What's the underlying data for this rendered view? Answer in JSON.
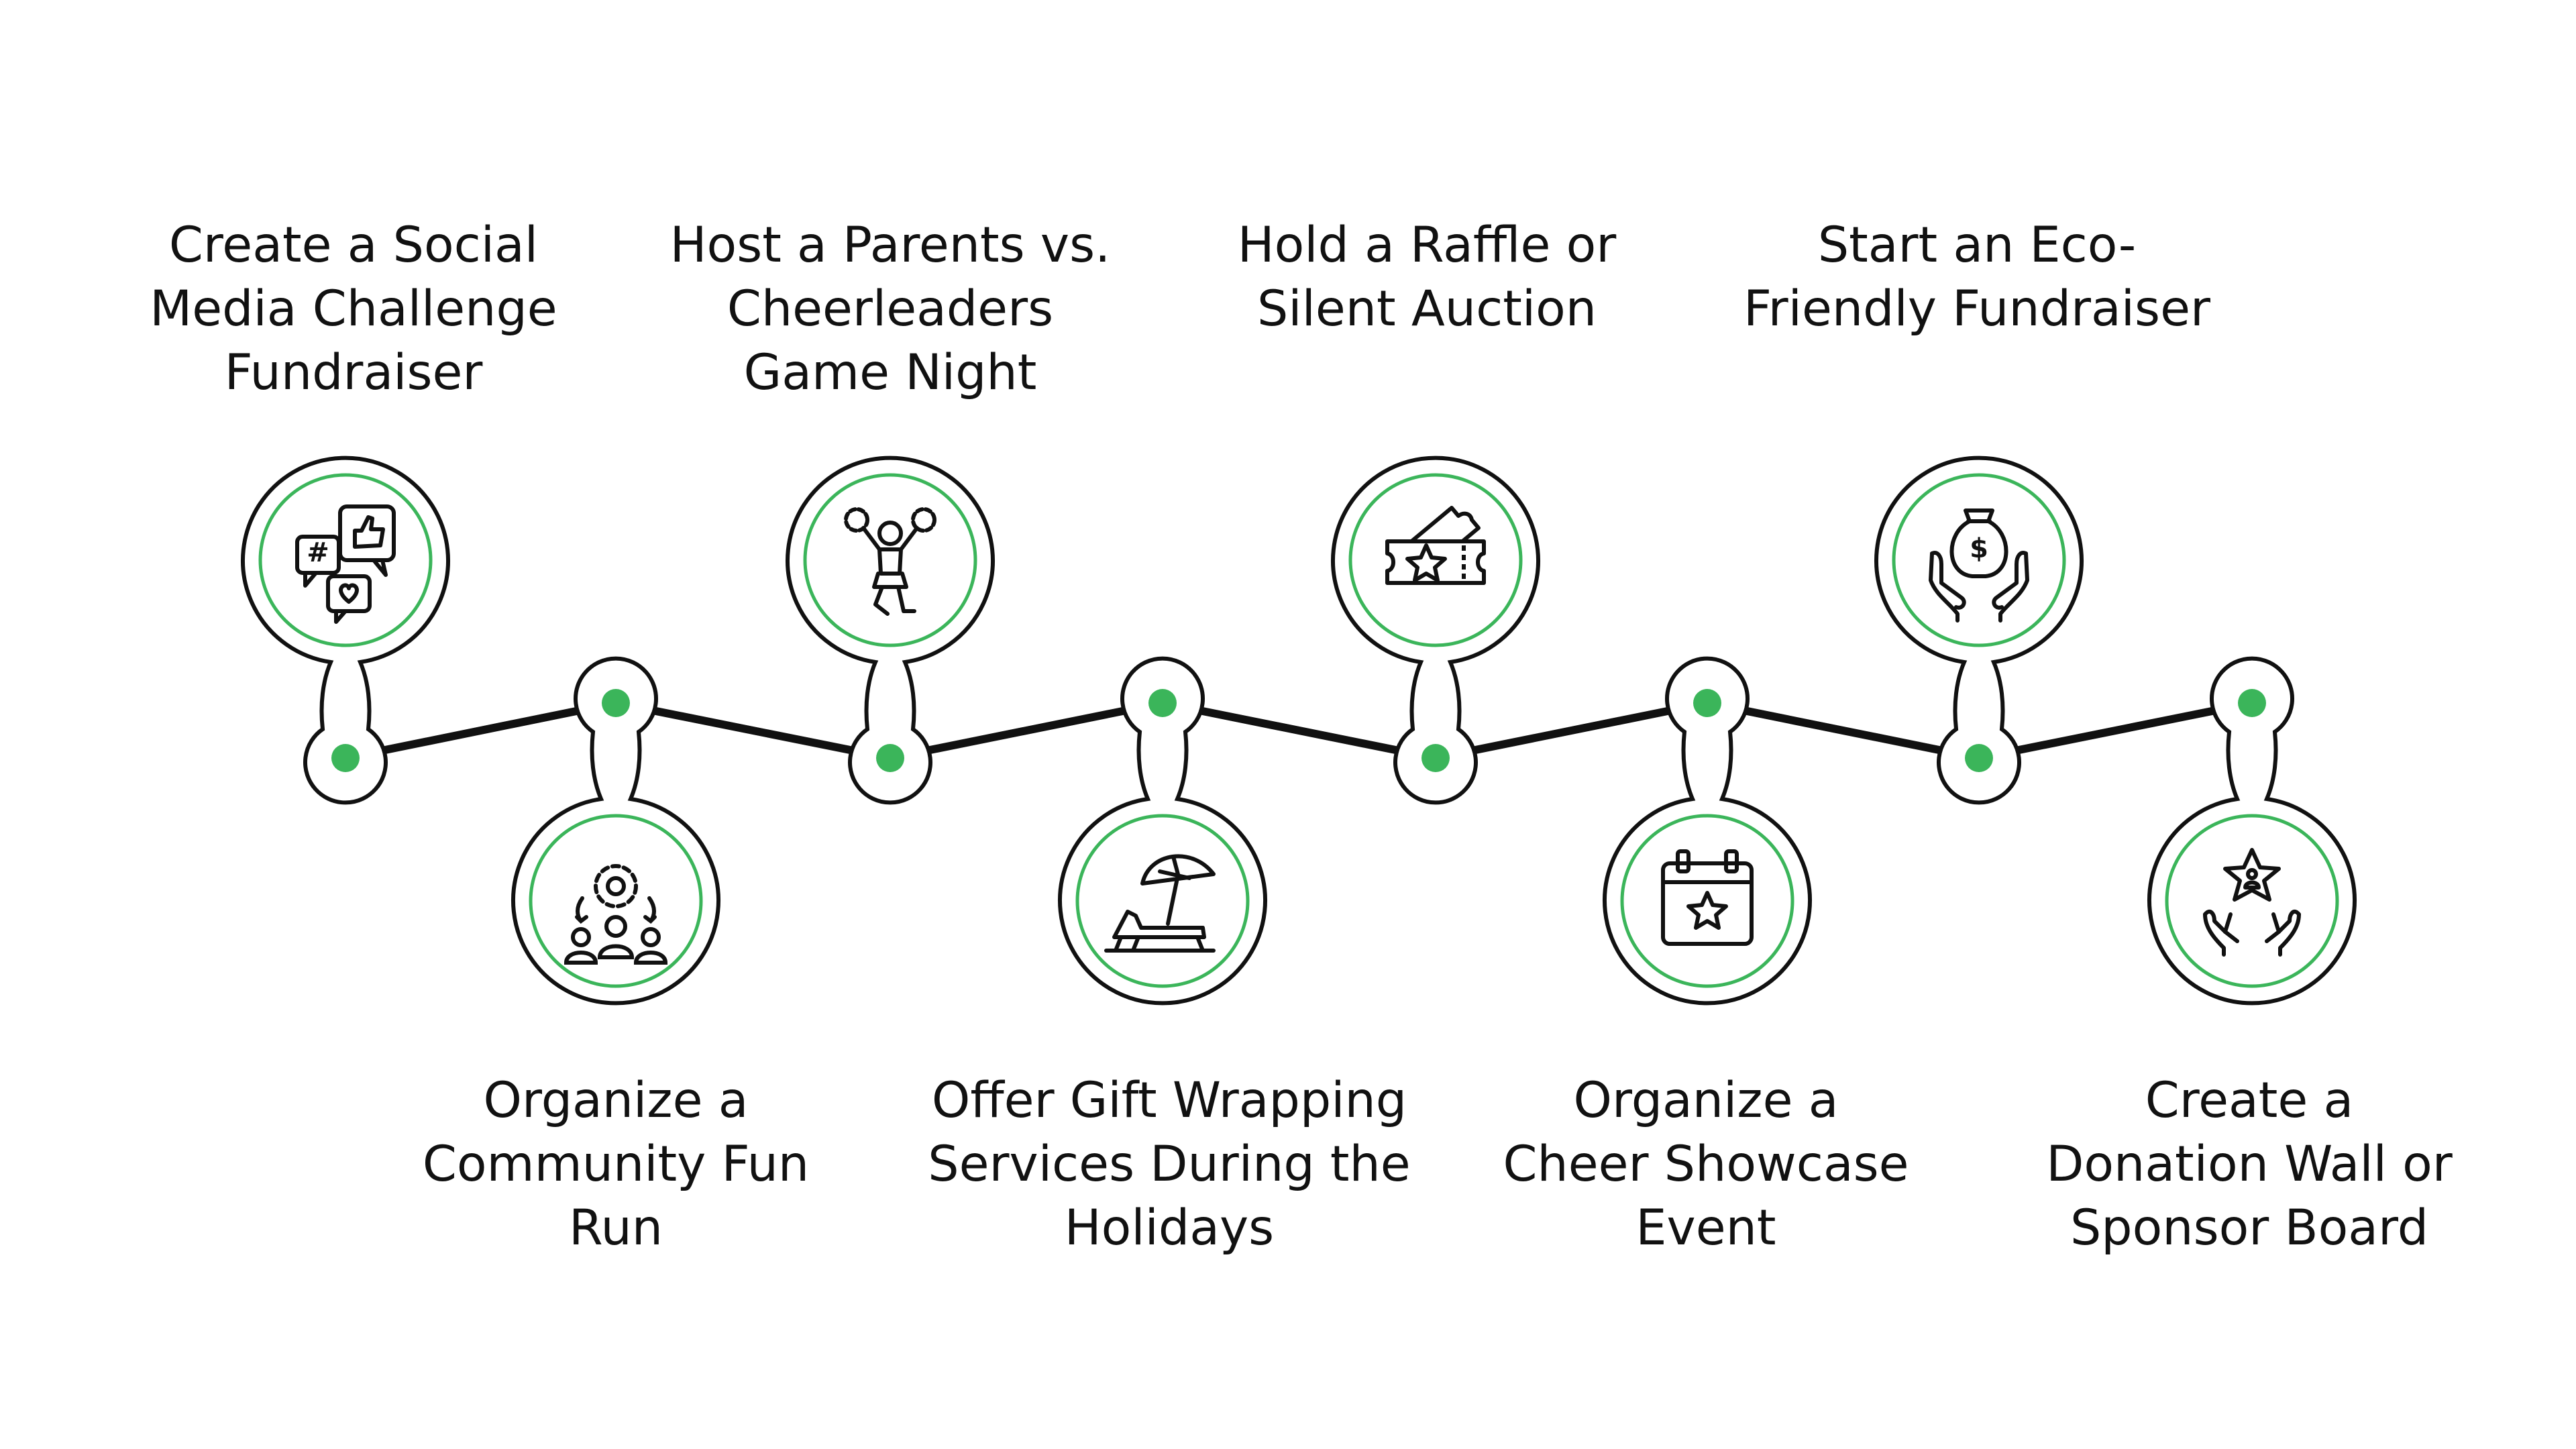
{
  "colors": {
    "accent": "#3bb55a",
    "line": "#111111",
    "background": "#ffffff"
  },
  "steps": [
    {
      "label": "Create a Social\nMedia Challenge\nFundraiser",
      "icon": "social-media-icon",
      "position": "top"
    },
    {
      "label": "Organize a\nCommunity Fun\nRun",
      "icon": "community-icon",
      "position": "bottom"
    },
    {
      "label": "Host a Parents vs.\nCheerleaders\nGame Night",
      "icon": "cheerleader-icon",
      "position": "top"
    },
    {
      "label": "Offer Gift Wrapping\nServices During the\nHolidays",
      "icon": "beach-umbrella-icon",
      "position": "bottom"
    },
    {
      "label": "Hold a Raffle or\nSilent Auction",
      "icon": "raffle-ticket-icon",
      "position": "top"
    },
    {
      "label": "Organize a\nCheer Showcase\nEvent",
      "icon": "calendar-star-icon",
      "position": "bottom"
    },
    {
      "label": "Start an Eco-\nFriendly Fundraiser",
      "icon": "money-bag-hands-icon",
      "position": "top"
    },
    {
      "label": "Create a\nDonation Wall or\nSponsor Board",
      "icon": "star-hands-icon",
      "position": "bottom"
    }
  ]
}
